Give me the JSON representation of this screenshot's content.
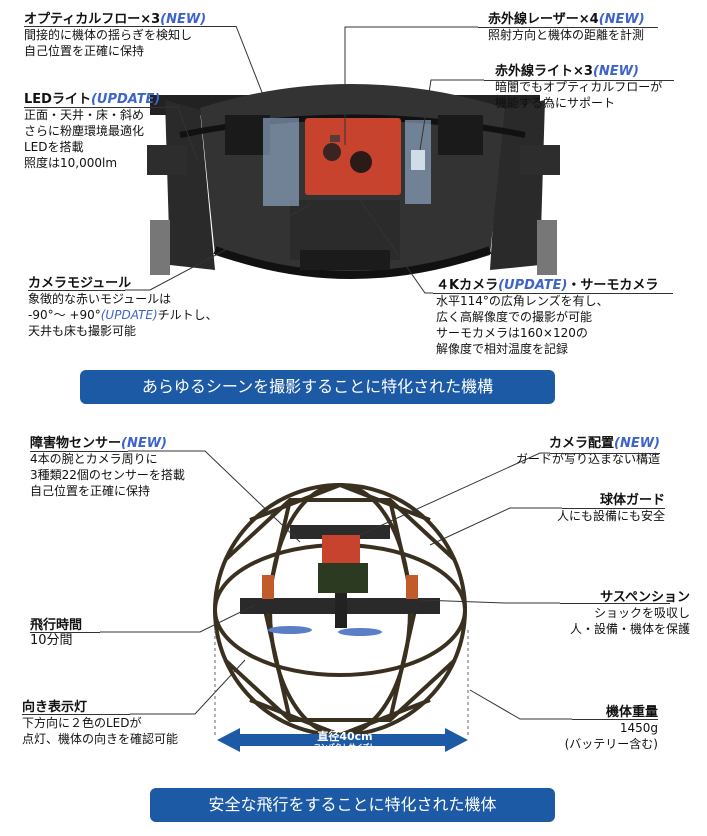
{
  "top": {
    "optical_flow": {
      "title": "オプティカルフロー×3",
      "tag": "(NEW)",
      "lines": [
        "間接的に機体の揺らぎを検知し",
        "自己位置を正確に保持"
      ]
    },
    "ir_laser": {
      "title": "赤外線レーザー×4",
      "tag": "(NEW)",
      "lines": [
        "照射方向と機体の距離を計測"
      ]
    },
    "ir_light": {
      "title": "赤外線ライト×3",
      "tag": "(NEW)",
      "lines": [
        "暗闇でもオプティカルフローが",
        "機能する為にサポート"
      ]
    },
    "led": {
      "title": "LEDライト",
      "tag": "(UPDATE)",
      "lines": [
        "正面・天井・床・斜め",
        "さらに粉塵環境最適化",
        "LEDを搭載",
        "照度は10,000lm"
      ]
    },
    "camera_module": {
      "title": "カメラモジュール",
      "lines": [
        "象徴的な赤いモジュールは",
        "-90°～ +90°",
        "(UPDATE)",
        "チルトし、",
        "天井も床も撮影可能"
      ]
    },
    "camera_4k": {
      "title": "４Kカメラ",
      "tag": "(UPDATE)",
      "title_suffix": "・サーモカメラ",
      "lines": [
        "水平114°の広角レンズを有し、",
        "広く高解像度での撮影が可能",
        "サーモカメラは160×120の",
        "解像度で相対温度を記録"
      ]
    },
    "banner": "あらゆるシーンを撮影することに特化された機構"
  },
  "bottom": {
    "obstacle": {
      "title": "障害物センサー",
      "tag": "(NEW)",
      "lines": [
        "4本の腕とカメラ周りに",
        "3種類22個のセンサーを搭載",
        "自己位置を正確に保持"
      ]
    },
    "camera_place": {
      "title": "カメラ配置",
      "tag": "(NEW)",
      "lines": [
        "ガードが写り込まない構造"
      ]
    },
    "sphere_guard": {
      "title": "球体ガード",
      "lines": [
        "人にも設備にも安全"
      ]
    },
    "suspension": {
      "title": "サスペンション",
      "lines": [
        "ショックを吸収し",
        "人・設備・機体を保護"
      ]
    },
    "flight_time": {
      "title": "飛行時間",
      "lines": [
        "10分間"
      ]
    },
    "direction_light": {
      "title": "向き表示灯",
      "lines": [
        "下方向に２色のLEDが",
        "点灯、機体の向きを確認可能"
      ]
    },
    "weight": {
      "title": "機体重量",
      "lines": [
        "1450g",
        "(バッテリー含む)"
      ]
    },
    "diameter": {
      "label": "直径40cm",
      "sub": "コンパクトサイズ！"
    },
    "banner": "安全な飛行をすることに特化された機体"
  },
  "colors": {
    "accent": "#3f64c8",
    "banner": "#1d5aa6",
    "module_red": "#c8432d"
  }
}
